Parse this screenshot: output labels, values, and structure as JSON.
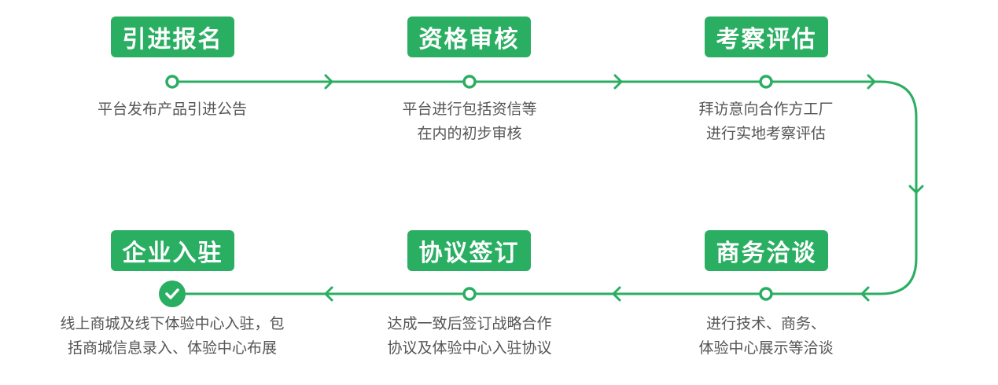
{
  "colors": {
    "accent": "#2aae62",
    "text": "#555555"
  },
  "steps": [
    {
      "title": "引进报名",
      "desc": [
        "平台发布产品引进公告"
      ]
    },
    {
      "title": "资格审核",
      "desc": [
        "平台进行包括资信等",
        "在内的初步审核"
      ]
    },
    {
      "title": "考察评估",
      "desc": [
        "拜访意向合作方工厂",
        "进行实地考察评估"
      ]
    },
    {
      "title": "商务洽谈",
      "desc": [
        "进行技术、商务、",
        "体验中心展示等洽谈"
      ]
    },
    {
      "title": "协议签订",
      "desc": [
        "达成一致后签订战略合作",
        "协议及体验中心入驻协议"
      ]
    },
    {
      "title": "企业入驻",
      "desc": [
        "线上商城及线下体验中心入驻，包",
        "括商城信息录入、体验中心布展"
      ],
      "icon": "check-icon"
    }
  ]
}
